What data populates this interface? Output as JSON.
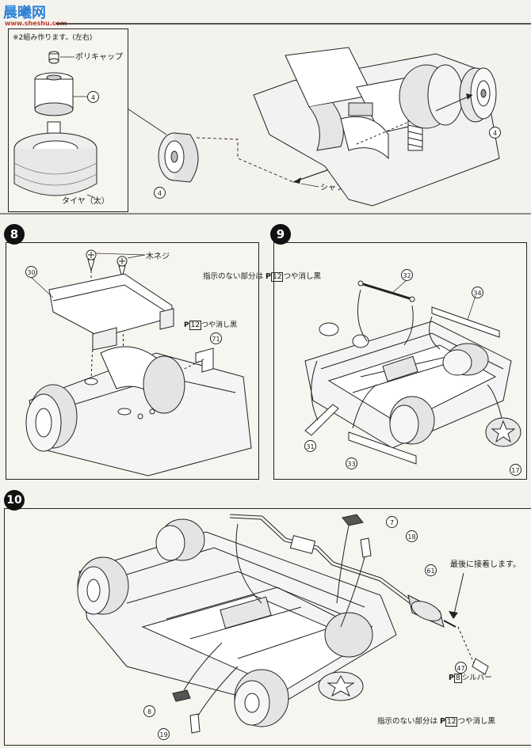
{
  "watermark": {
    "brand": "晨曦网",
    "url": "www.sheshu.com"
  },
  "step7": {
    "note": "※2組み作ります。(左右)",
    "polycap": "ポリキャップ",
    "tire": "タイヤ（太）",
    "shaft": "シャフト",
    "part4a": "4",
    "part4b": "4",
    "part4c": "4"
  },
  "step8": {
    "badge": "8",
    "screw": "木ネジ",
    "paint_code": "12",
    "paint_text": "つや消し黒",
    "paint_prefix": "P",
    "part30": "30",
    "part71": "71"
  },
  "step9": {
    "badge": "9",
    "note_before": "指示のない部分は",
    "paint_prefix": "P",
    "paint_code": "12",
    "note_after": "つや消し黒",
    "part32": "32",
    "part34": "34",
    "part31": "31",
    "part33": "33",
    "part17": "17"
  },
  "step10": {
    "badge": "10",
    "last": "最後に接着します。",
    "silver_prefix": "P",
    "silver_code": "8",
    "silver_text": "シルバー",
    "note_before": "指示のない部分は",
    "paint_prefix": "P",
    "paint_code": "12",
    "note_after": "つや消し黒",
    "part7": "7",
    "part18": "18",
    "part61": "61",
    "part47": "47",
    "part8": "8",
    "part19": "19"
  },
  "colors": {
    "ink": "#1a1a1a",
    "paper": "#f4f2ec",
    "badge": "#111111"
  }
}
